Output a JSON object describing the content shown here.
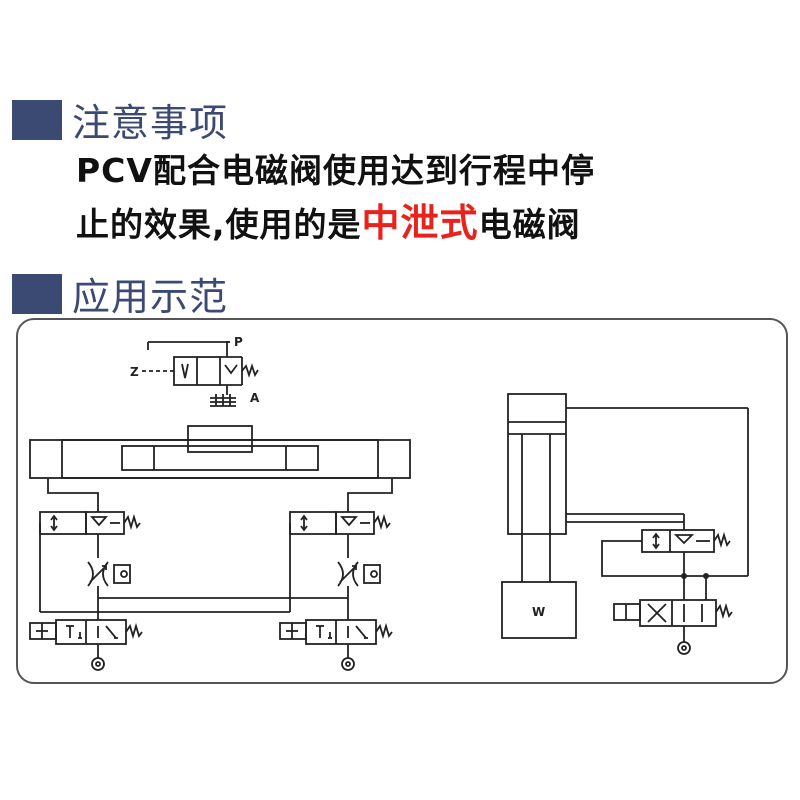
{
  "sections": {
    "notice_title": "注意事项",
    "notice_line1": "PCV配合电磁阀使用达到行程中停",
    "notice_line2_pre": "止的效果,使用的是",
    "notice_line2_highlight": "中泄式",
    "notice_line2_post": "电磁阀",
    "example_title": "应用示范"
  },
  "diagram": {
    "label_p": "P",
    "label_z": "Z",
    "label_a": "A",
    "label_w": "W"
  },
  "colors": {
    "accent": "#3b4a72",
    "highlight": "#e8231d"
  }
}
